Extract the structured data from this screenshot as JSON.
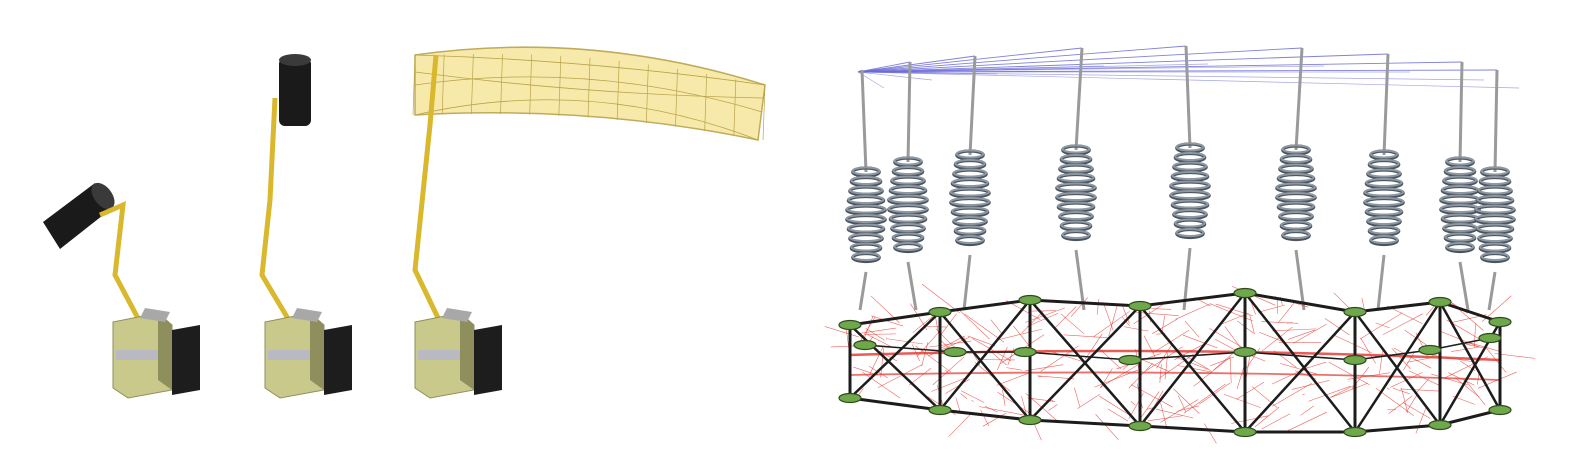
{
  "colors": {
    "background": "#ffffff",
    "boom": "#d9b82e",
    "boom_dark": "#8a7015",
    "bus_body": "#c9c98c",
    "bus_shadow": "#8f8f5e",
    "solar_panel": "#1d1d1d",
    "reflector_stowed": "#1a1a1a",
    "reflector_deployed_fill": "#f7e7a0",
    "reflector_deployed_edge": "#b9a44a",
    "cable": "#6f6f9f",
    "cable_light": "#6a6ad8",
    "spring": "#8e98a2",
    "spring_dark": "#4b5561",
    "truss": "#1c1c1c",
    "node": "#6fa84a",
    "mesh": "#e4322b",
    "mast": "#9a9a9a"
  },
  "panels": [
    {
      "id": "deployment-sequence",
      "stages": [
        "stowed",
        "boom-extended",
        "reflector-deployed"
      ]
    },
    {
      "id": "cable-net-model",
      "spring_pairs": 9
    }
  ]
}
